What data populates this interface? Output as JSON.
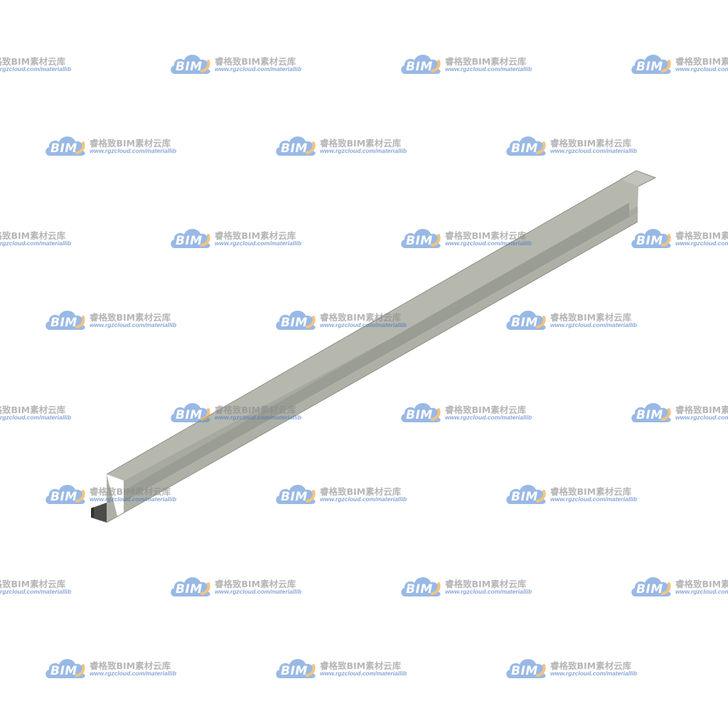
{
  "watermark": {
    "logo_text": "BIM",
    "name": "睿格致BIM素材云库",
    "url": "www.rgzcloud.com/materiallib",
    "cloud_color": "#5b8fd6",
    "arc_color": "#f0a030"
  },
  "model": {
    "icon": "steel-channel-beam",
    "colors": {
      "top_face": "#b6b8ae",
      "side_face": "#a3a69b",
      "inner_face": "#8f9288",
      "end_face": "#4a4c48",
      "edge": "#8c8e86"
    }
  }
}
